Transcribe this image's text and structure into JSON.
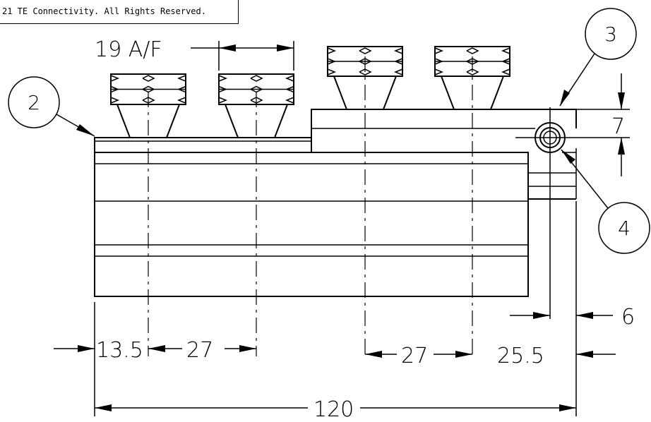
{
  "copyright": "21 TE Connectivity. All Rights Reserved.",
  "balloons": {
    "b2": "2",
    "b3": "3",
    "b4": "4"
  },
  "dimensions": {
    "hex": "19 A/F",
    "height": "7",
    "side_gap": "6",
    "left_offset": "13.5",
    "pitch_left": "27",
    "pitch_right": "27",
    "right_offset": "25.5",
    "overall": "120"
  }
}
